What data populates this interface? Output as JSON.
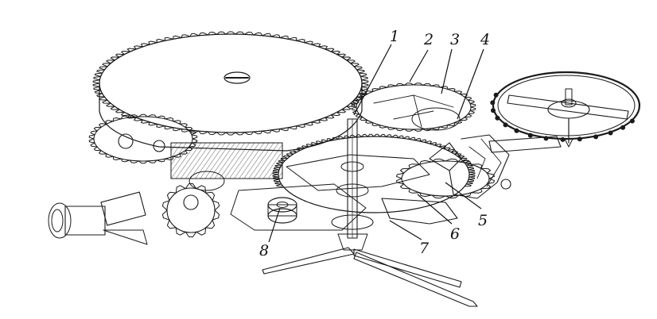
{
  "callouts": [
    {
      "label": "1"
    },
    {
      "label": "2"
    },
    {
      "label": "3"
    },
    {
      "label": "4"
    },
    {
      "label": "5"
    },
    {
      "label": "6"
    },
    {
      "label": "7"
    },
    {
      "label": "8"
    }
  ],
  "ink_color": "#1a1a1a",
  "paper_color": "#ffffff"
}
